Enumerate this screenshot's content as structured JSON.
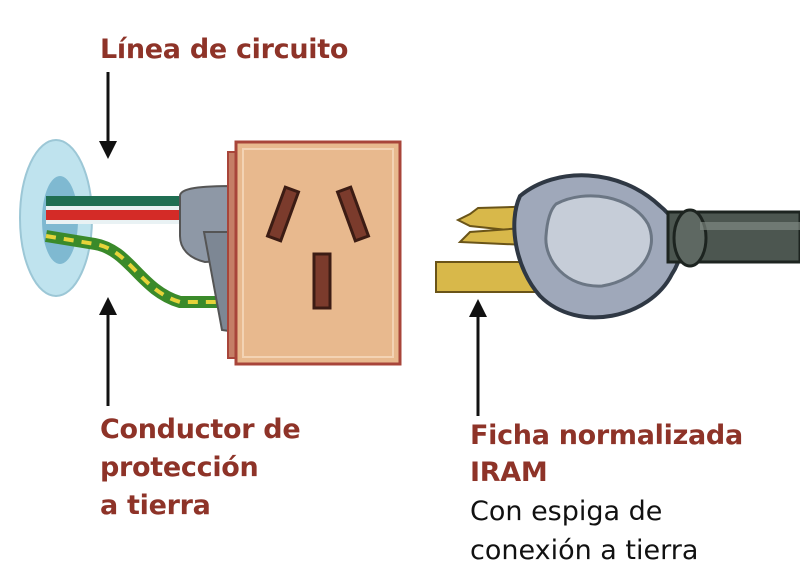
{
  "labels": {
    "circuit_line": "Línea de circuito",
    "ground_conductor": [
      "Conductor de",
      "protección",
      "a tierra"
    ],
    "plug_title": [
      "Ficha normalizada",
      "IRAM"
    ],
    "plug_note": [
      "Con espiga de",
      "conexión a tierra"
    ]
  },
  "colors": {
    "label_text": "#8e3328",
    "note_text": "#111111",
    "outlet_face": "#e8b98e",
    "outlet_border": "#a8453a",
    "slot": "#7b3b2c",
    "wire_green": "#1f6e52",
    "wire_red": "#d42b27",
    "wire_ground_green": "#3a8a2a",
    "wire_ground_yellow": "#e6d33a",
    "plug_body": "#9fa8ba",
    "plug_pins": "#d8b84a",
    "cable": "#4c5650"
  },
  "icons": [
    "arrow-down-icon",
    "arrow-up-icon"
  ]
}
